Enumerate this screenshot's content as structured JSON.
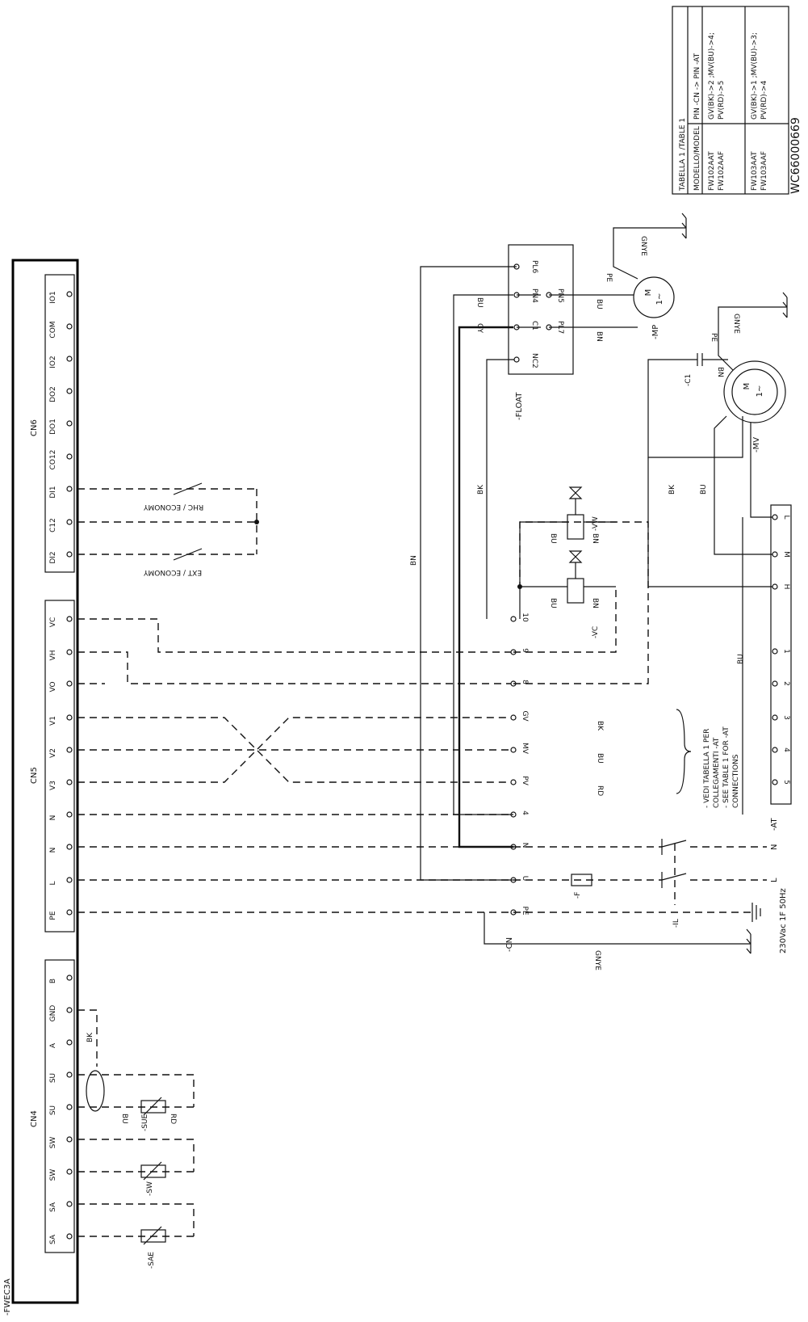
{
  "doc_code": "WC66000669",
  "table": {
    "title": "TABELLA 1 /TABLE 1",
    "header_model": "MODELLO/MODEL",
    "header_pin": "PIN -CN -> PIN -AT",
    "row1_models": [
      "FW102AAT",
      "FW102AAF"
    ],
    "row1_pins": [
      "GV(BK)->2 ;MV(BU)->4;",
      "PV(RD)->5"
    ],
    "row2_models": [
      "FW103AAT",
      "FW103AAF"
    ],
    "row2_pins": [
      "GV(BK)->1 ;MV(BU)->3;",
      "PV(RD)->4"
    ]
  },
  "controller": {
    "name": "-FWEC3A",
    "cn6": {
      "title": "CN6",
      "pins": [
        "IO1",
        "COM",
        "IO2",
        "DO2",
        "DO1",
        "CO12",
        "DI1",
        "C12",
        "DI2"
      ]
    },
    "cn5": {
      "title": "CN5",
      "pins": [
        "VC",
        "VH",
        "VO",
        "V1",
        "V2",
        "V3",
        "N",
        "N",
        "L",
        "PE"
      ]
    },
    "cn4": {
      "title": "CN4",
      "pins": [
        "B",
        "GND",
        "A",
        "SU",
        "SU",
        "SW",
        "SW",
        "SA",
        "SA"
      ]
    }
  },
  "inputs": {
    "rhc": "RHC / ECONOMY",
    "ext": "EXT / ECONOMY"
  },
  "connector_cn": {
    "name": "-CN",
    "pins": [
      "10",
      "9",
      "8",
      "GV",
      "MV",
      "PV",
      "4",
      "N",
      "U",
      "PE"
    ]
  },
  "float_switch": {
    "name": "-FLOAT",
    "pins": [
      "PL6",
      "PN4",
      "C1",
      "NC2",
      "PN5",
      "PL7"
    ]
  },
  "pump": {
    "name": "-MP",
    "pe": "PE",
    "motor": "M",
    "phase": "1~"
  },
  "fan": {
    "name": "-MV",
    "pe": "PE",
    "motor": "M",
    "phase": "1~",
    "capacitor": "-C1"
  },
  "terminal_at": {
    "name": "-AT",
    "pins": [
      "L",
      "M",
      "H",
      "1",
      "2",
      "3",
      "4",
      "5"
    ]
  },
  "valves": {
    "vw": "-VW",
    "vc": "-VC"
  },
  "wire_colors": {
    "bk": "BK",
    "bu": "BU",
    "bn": "BN",
    "gy": "GY",
    "rd": "RD",
    "gnye": "GNYE"
  },
  "note": {
    "line1": "- VEDI TABELLA 1 PER",
    "line2": "COLLEGAMENTI -AT",
    "line3": "- SEE TABLE 1 FOR -AT",
    "line4": "CONNECTIONS"
  },
  "power": {
    "fuse": "-F",
    "switch": "-IL",
    "supply": "230Vac 1F 50Hz",
    "l": "L",
    "n": "N"
  },
  "sensors": {
    "sae": "-SAE",
    "sw": "-SW",
    "sue": "-SUE"
  }
}
